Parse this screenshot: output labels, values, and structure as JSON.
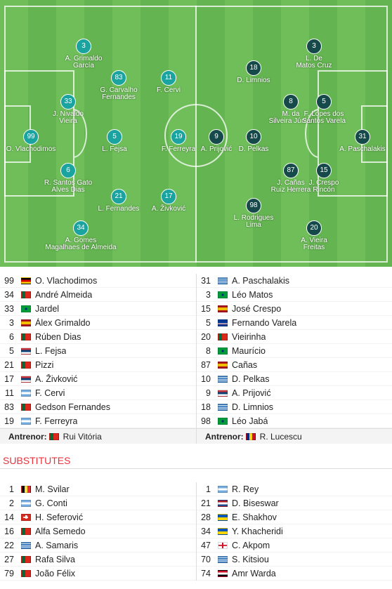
{
  "pitch": {
    "home": [
      {
        "n": "3",
        "name": "A. Grimaldo\nGarcía"
      },
      {
        "n": "83",
        "name": "G. Carvalho\nFernandes"
      },
      {
        "n": "11",
        "name": "F. Cervi"
      },
      {
        "n": "33",
        "name": "J. Nivaldo\nVieira"
      },
      {
        "n": "99",
        "name": "O. Vlachodimos"
      },
      {
        "n": "5",
        "name": "L. Fejsa"
      },
      {
        "n": "19",
        "name": "F. Ferreyra"
      },
      {
        "n": "6",
        "name": "R. Santos Gato\nAlves Dias"
      },
      {
        "n": "21",
        "name": "L. Fernandes"
      },
      {
        "n": "17",
        "name": "A. Živković"
      },
      {
        "n": "34",
        "name": "A. Gomes\nMagalhaes de Almeida"
      }
    ],
    "away": [
      {
        "n": "3",
        "name": "L. De\nMatos Cruz"
      },
      {
        "n": "18",
        "name": "D. Limnios"
      },
      {
        "n": "8",
        "name": "M. da\nSilveira Júnior"
      },
      {
        "n": "5",
        "name": "F. Lopes dos\nSantos Varela"
      },
      {
        "n": "9",
        "name": "A. Prijović"
      },
      {
        "n": "10",
        "name": "D. Pelkas"
      },
      {
        "n": "31",
        "name": "A. Paschalakis"
      },
      {
        "n": "87",
        "name": "J. Cañas\nRuiz Herrera"
      },
      {
        "n": "15",
        "name": "J. Crespo\nRincón"
      },
      {
        "n": "98",
        "name": "L. Rodrigues\nLima"
      },
      {
        "n": "20",
        "name": "A. Vieira\nFreitas"
      }
    ]
  },
  "lineups": {
    "home": [
      {
        "n": "99",
        "name": "O. Vlachodimos",
        "flag": "de"
      },
      {
        "n": "34",
        "name": "André Almeida",
        "flag": "pt"
      },
      {
        "n": "33",
        "name": "Jardel",
        "flag": "br"
      },
      {
        "n": "3",
        "name": "Álex Grimaldo",
        "flag": "es"
      },
      {
        "n": "6",
        "name": "Rúben Dias",
        "flag": "pt"
      },
      {
        "n": "5",
        "name": "L. Fejsa",
        "flag": "rs"
      },
      {
        "n": "21",
        "name": "Pizzi",
        "flag": "pt"
      },
      {
        "n": "17",
        "name": "A. Živković",
        "flag": "rs"
      },
      {
        "n": "11",
        "name": "F. Cervi",
        "flag": "ar"
      },
      {
        "n": "83",
        "name": "Gedson Fernandes",
        "flag": "pt"
      },
      {
        "n": "19",
        "name": "F. Ferreyra",
        "flag": "ar"
      }
    ],
    "away": [
      {
        "n": "31",
        "name": "A. Paschalakis",
        "flag": "gr"
      },
      {
        "n": "3",
        "name": "Léo Matos",
        "flag": "br"
      },
      {
        "n": "15",
        "name": "José Crespo",
        "flag": "es"
      },
      {
        "n": "5",
        "name": "Fernando Varela",
        "flag": "cv"
      },
      {
        "n": "20",
        "name": "Vieirinha",
        "flag": "pt"
      },
      {
        "n": "8",
        "name": "Maurício",
        "flag": "br"
      },
      {
        "n": "87",
        "name": "Cañas",
        "flag": "es"
      },
      {
        "n": "10",
        "name": "D. Pelkas",
        "flag": "gr"
      },
      {
        "n": "9",
        "name": "A. Prijović",
        "flag": "rs"
      },
      {
        "n": "18",
        "name": "D. Limnios",
        "flag": "gr"
      },
      {
        "n": "98",
        "name": "Léo Jabá",
        "flag": "br"
      }
    ],
    "coach_label": "Antrenor:",
    "home_coach": {
      "name": "Rui Vitória",
      "flag": "pt"
    },
    "away_coach": {
      "name": "R. Lucescu",
      "flag": "ro"
    }
  },
  "substitutes": {
    "title": "SUBSTITUTES",
    "home": [
      {
        "n": "1",
        "name": "M. Svilar",
        "flag": "be"
      },
      {
        "n": "2",
        "name": "G. Conti",
        "flag": "ar"
      },
      {
        "n": "14",
        "name": "H. Seferović",
        "flag": "ch"
      },
      {
        "n": "16",
        "name": "Alfa Semedo",
        "flag": "pt"
      },
      {
        "n": "22",
        "name": "A. Samaris",
        "flag": "gr"
      },
      {
        "n": "27",
        "name": "Rafa Silva",
        "flag": "pt"
      },
      {
        "n": "79",
        "name": "João Félix",
        "flag": "pt"
      }
    ],
    "away": [
      {
        "n": "1",
        "name": "R. Rey",
        "flag": "ar"
      },
      {
        "n": "21",
        "name": "D. Biseswar",
        "flag": "nl"
      },
      {
        "n": "28",
        "name": "E. Shakhov",
        "flag": "ua"
      },
      {
        "n": "34",
        "name": "Y. Khacheridi",
        "flag": "ua"
      },
      {
        "n": "47",
        "name": "C. Akpom",
        "flag": "en"
      },
      {
        "n": "70",
        "name": "S. Kitsiou",
        "flag": "gr"
      },
      {
        "n": "74",
        "name": "Amr Warda",
        "flag": "eg"
      }
    ]
  },
  "colors": {
    "home_disc": "#1ba3a0",
    "away_disc": "#164a4a",
    "accent": "#e8323c"
  }
}
